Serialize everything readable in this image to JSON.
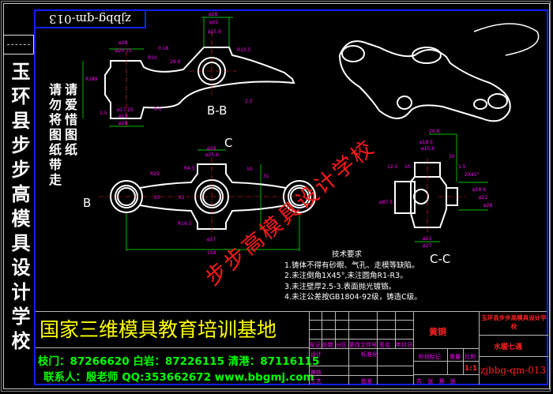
{
  "drawing_number_mirrored": "zjbbg-qm-013",
  "left_banner": "玉环县步步高模具设计学校",
  "notice": [
    "请爱惜图纸",
    "请勿将图纸带走"
  ],
  "watermark": "步步高模具设计学校",
  "views": {
    "bb_label": "B-B",
    "cc_label": "C-C",
    "section_b": "B",
    "section_c": "C"
  },
  "dimensions": {
    "bb": [
      "ø28",
      "ø22",
      "ø15.6",
      "ø28",
      "ø20.75",
      "R10",
      "0.18",
      "26.6",
      "R13.5",
      "R189",
      "ø17.25",
      "ø19",
      "ø28",
      "0.1",
      "2.5",
      "1.5"
    ],
    "front": [
      "ø29",
      "ø25.6",
      "10",
      "31",
      "R29",
      "R4.5",
      "20",
      "11",
      "R16.5",
      "ø27",
      "158"
    ],
    "cc": [
      "26.6",
      "ø18.5",
      "ø15.6",
      "10",
      "12.5",
      "10",
      "1.5",
      "2X45°",
      "ø18.6",
      "ø22",
      "ø28",
      "ø21",
      "ø27",
      "ø87.5"
    ]
  },
  "tech_requirements": {
    "title": "技术要求",
    "items": [
      "1.铸体不得有砂眼、气孔、走模等缺陷。",
      "2.未注倒角1X45°,未注圆角R1-R3。",
      "3.未注壁厚2.5-3.表面抛光镀铬。",
      "4.未注公差按GB1804-92级，铸造C级。"
    ]
  },
  "title_block": {
    "banner": "国家三维模具教育培训基地",
    "phones": "枝门：87266620 白岩：87226115 清港：87116115",
    "contact": "联系人：殷老师 QQ:353662672 www.bbgmj.com",
    "grid_headers": [
      "标记",
      "处数",
      "分区",
      "更改文件号",
      "签名",
      "年月日"
    ],
    "design": "设计",
    "standard": "标准化",
    "review": "审核",
    "process": "工艺",
    "approve": "批准",
    "material": "黄铜",
    "stage_mark": "阶段标记",
    "weight": "重量",
    "scale_label": "比例",
    "scale": "1:1",
    "sheets": "共 张 第 张",
    "school": "玉环县步步高模具设计学校",
    "part_name": "水暖七通",
    "drawing_number": "zjbbg-qm-013"
  }
}
